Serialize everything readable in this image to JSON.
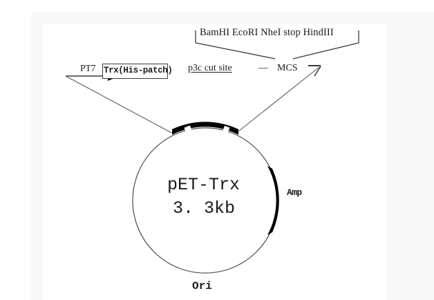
{
  "figure": {
    "type": "plasmid-map",
    "plasmid": {
      "name": "pET-Trx",
      "size": "3. 3kb"
    },
    "features": {
      "promoter": "PT7",
      "gene_box": "Trx(His-patch)",
      "protease_site": "p3c cut site",
      "separator_dash": "—",
      "mcs": "MCS",
      "restriction_sites": "BamHI EcoRI NheI stop HindIII",
      "resistance_marker": "Amp",
      "origin": "Ori"
    },
    "colors": {
      "stroke": "#3a3a3a",
      "feature_fill": "#000000",
      "backdrop": "#f8f8f8",
      "sheet": "#ffffff",
      "text": "#1a1a1a"
    }
  }
}
